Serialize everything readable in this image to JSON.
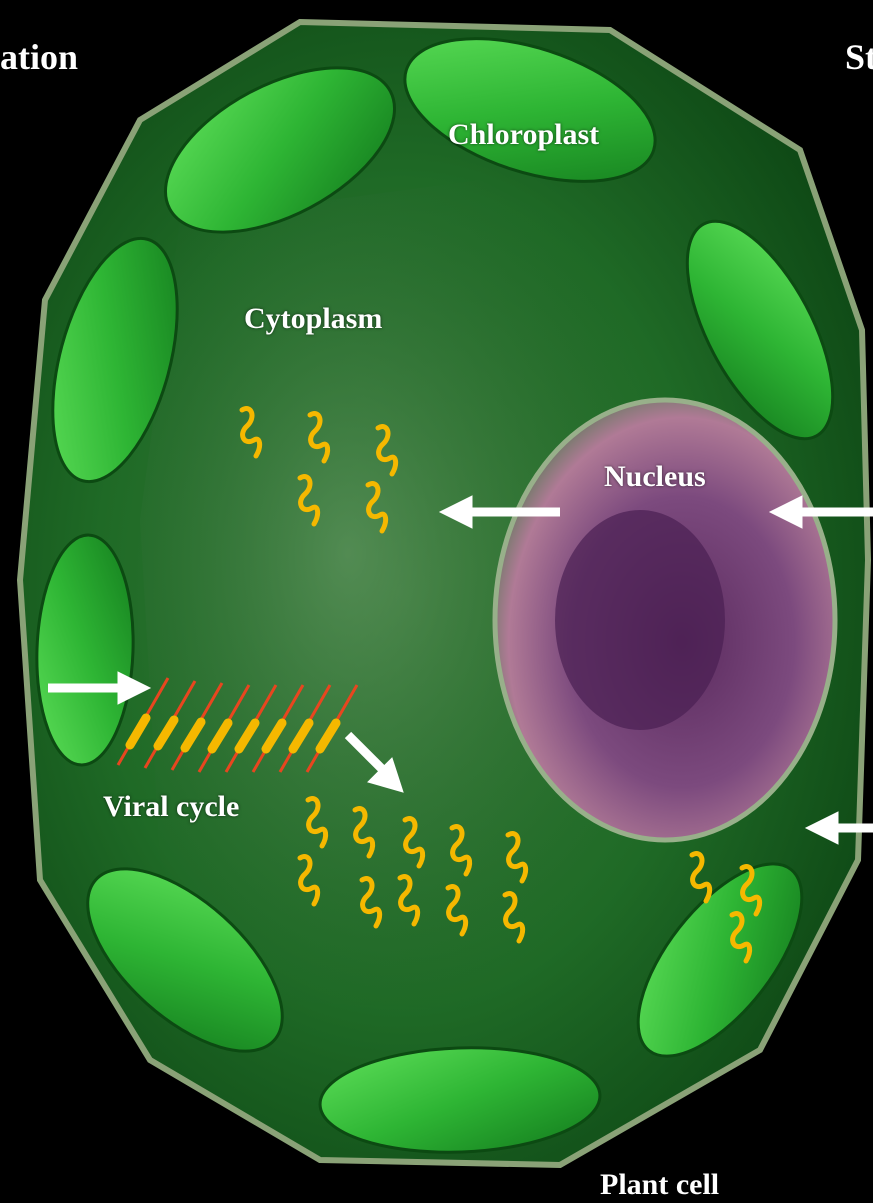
{
  "header": {
    "left_fragment": "ation",
    "right_fragment": "St"
  },
  "labels": {
    "chloroplast": "Chloroplast",
    "cytoplasm": "Cytoplasm",
    "nucleus": "Nucleus",
    "viral_cycle": "Viral cycle",
    "plant_cell": "Plant cell"
  },
  "colors": {
    "background": "#000000",
    "cell_green": "#1f9a2c",
    "chloroplast_green": "#35c43c",
    "nucleus_purple": "#7a3f7c",
    "rna_yellow": "#f5b800",
    "dna_red": "#e8461f",
    "arrow_white": "#ffffff"
  },
  "icons": [
    "arrow-right-icon",
    "arrow-left-icon",
    "arrow-down-right-icon",
    "rna-squiggle-icon",
    "dna-strand-icon"
  ]
}
